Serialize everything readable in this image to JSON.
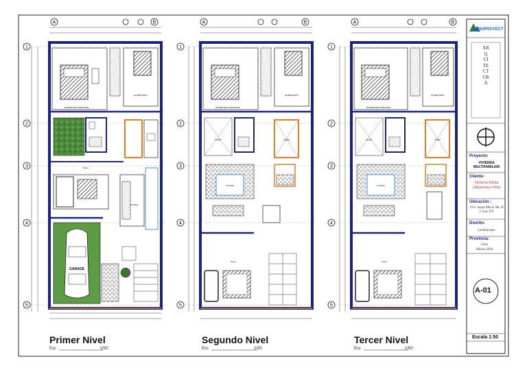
{
  "plans": [
    {
      "title": "Primer Nivel",
      "esc": "Esc",
      "esc_unit": "1/50"
    },
    {
      "title": "Segundo Nivel",
      "esc": "Esc",
      "esc_unit": "1/50"
    },
    {
      "title": "Tercer Nivel",
      "esc": "Esc",
      "esc_unit": "1/50"
    }
  ],
  "axes": {
    "cols": [
      "A",
      "B"
    ],
    "rows": [
      "1",
      "2",
      "3",
      "4",
      "5"
    ]
  },
  "rooms": {
    "dorm_principal": "DORMITORIO PRINCIPAL",
    "dorm": "DORMITORIO",
    "bano": "BAÑO",
    "sala": "SALA",
    "cocina": "COCINA",
    "garage": "GARAGE"
  },
  "title_block": {
    "company": "ARKIPROYECT",
    "vertical": "ARQUITECTURA",
    "proyecto_label": "Proyecto:",
    "proyecto_value": "VIVIENDA MULTIFAMILIAR",
    "cliente_label": "Cliente:",
    "cliente_value": "Victoria Elena Altamirano Ortiz",
    "ubicacion_label": "Ubicación :",
    "ubicacion_value": "Urb. Santa Maria Mz. B 2 Lote Nº6",
    "distrito_label": "Distrito:",
    "distrito_value": "Lambayeque",
    "provincia_label": "Provincia:",
    "provincia_value": "Lima",
    "fecha_value": "Marzo 2018",
    "sheet": "A-01",
    "escala": "Escala 1:50"
  }
}
